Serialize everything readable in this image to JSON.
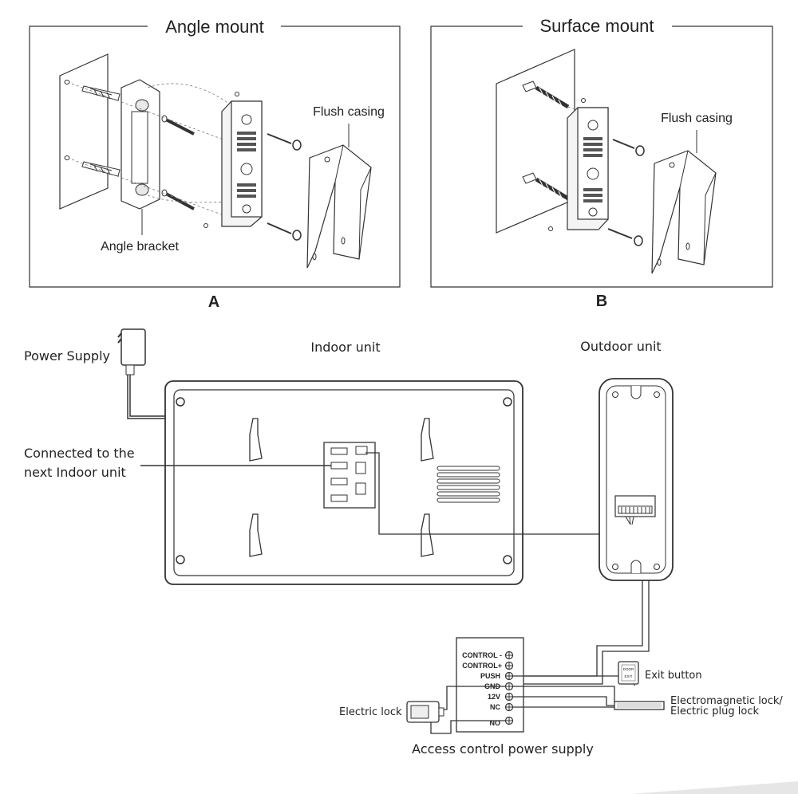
{
  "panel_a": {
    "title": "Angle mount",
    "letter": "A",
    "bracket_label": "Angle bracket",
    "casing_label": "Flush casing"
  },
  "panel_b": {
    "title": "Surface mount",
    "letter": "B",
    "casing_label": "Flush casing"
  },
  "wiring": {
    "power_supply": "Power Supply",
    "indoor_unit": "Indoor unit",
    "outdoor_unit": "Outdoor unit",
    "next_unit_line1": "Connected to the",
    "next_unit_line2": "next Indoor unit",
    "terminals": [
      "CONTROL -",
      "CONTROL+",
      "PUSH",
      "GND",
      "12V",
      "NC",
      "NO"
    ],
    "exit_button": "Exit button",
    "exit_button_face": [
      "DOOR",
      "EXIT"
    ],
    "em_lock_line1": "Electromagnetic lock/",
    "em_lock_line2": "Electric plug lock",
    "electric_lock": "Electric lock",
    "access_control": "Access control power supply"
  }
}
